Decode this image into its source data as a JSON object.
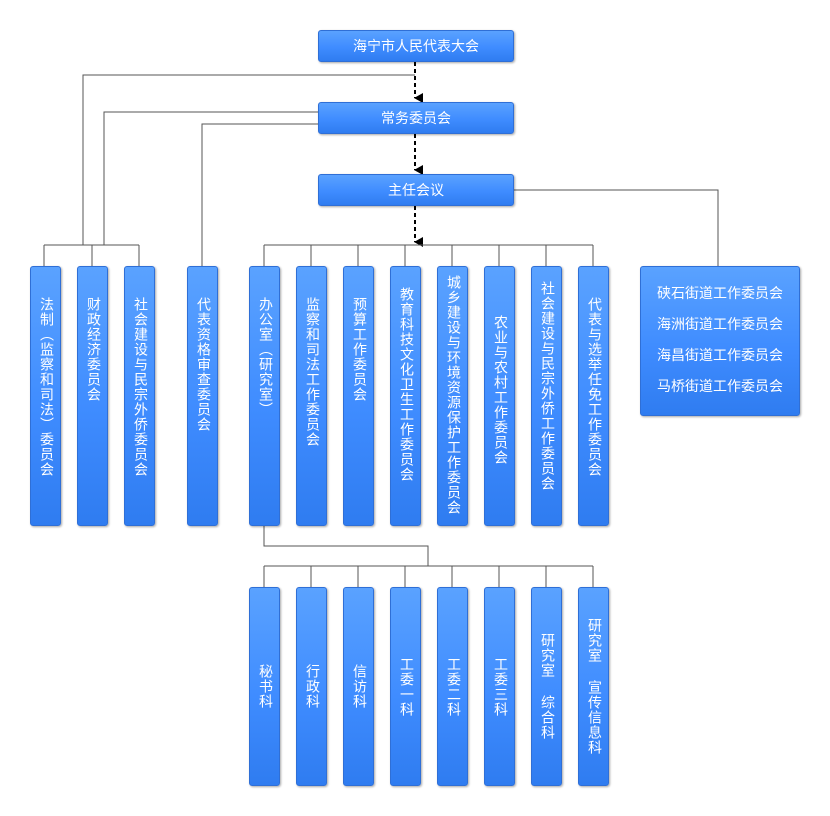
{
  "top": {
    "congress": "海宁市人民代表大会",
    "standing": "常务委员会",
    "directors": "主任会议"
  },
  "left_committees": [
    "法制（监察和司法）委员会",
    "财政经济委员会",
    "社会建设与民宗外侨委员会"
  ],
  "qualification": "代表资格审查委员会",
  "work_committees": [
    "办公室（研究室）",
    "监察和司法工作委员会",
    "预算工作委员会",
    "教育科技文化卫生工作委员会",
    "城乡建设与环境资源保护工作委员会",
    "农业与农村工作委员会",
    "社会建设与民宗外侨工作委员会",
    "代表与选举任免工作委员会"
  ],
  "streets": [
    "硖石街道工作委员会",
    "海洲街道工作委员会",
    "海昌街道工作委员会",
    "马桥街道工作委员会"
  ],
  "office_sections": [
    "秘书科",
    "行政科",
    "信访科",
    "工委一科",
    "工委二科",
    "工委三科",
    "研究室 综合科",
    "研究室 宣传信息科"
  ],
  "colors": {
    "box_fill": "#3f8cff",
    "box_border": "#2f6fd6",
    "text": "#ffffff",
    "connector": "#000000",
    "connector_gray": "#555555"
  }
}
